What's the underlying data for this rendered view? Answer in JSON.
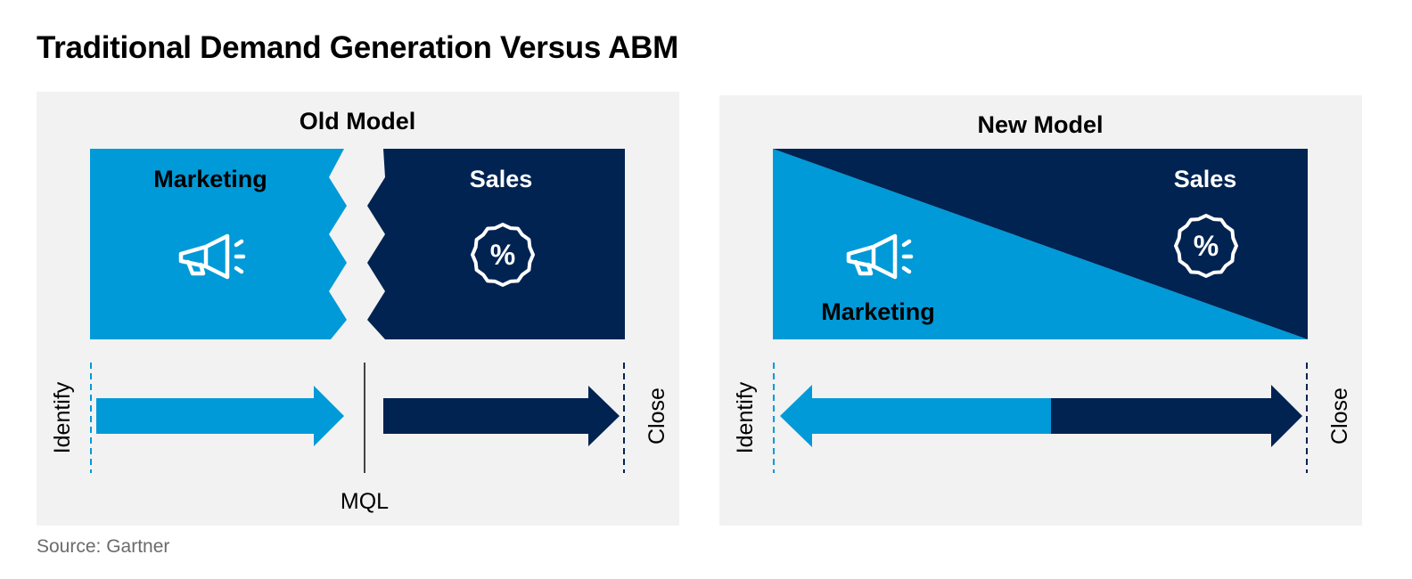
{
  "title": "Traditional Demand Generation Versus ABM",
  "source": "Source: Gartner",
  "colors": {
    "marketing": "#009ad8",
    "sales": "#002352",
    "panel": "#f2f2f2",
    "text": "#000000",
    "white": "#ffffff"
  },
  "old_model": {
    "heading": "Old Model",
    "marketing_label": "Marketing",
    "sales_label": "Sales",
    "marketing_icon": "megaphone-icon",
    "sales_icon": "discount-badge-icon",
    "start_label": "Identify",
    "end_label": "Close",
    "handoff_label": "MQL"
  },
  "new_model": {
    "heading": "New Model",
    "marketing_label": "Marketing",
    "sales_label": "Sales",
    "marketing_icon": "megaphone-icon",
    "sales_icon": "discount-badge-icon",
    "start_label": "Identify",
    "end_label": "Close"
  }
}
